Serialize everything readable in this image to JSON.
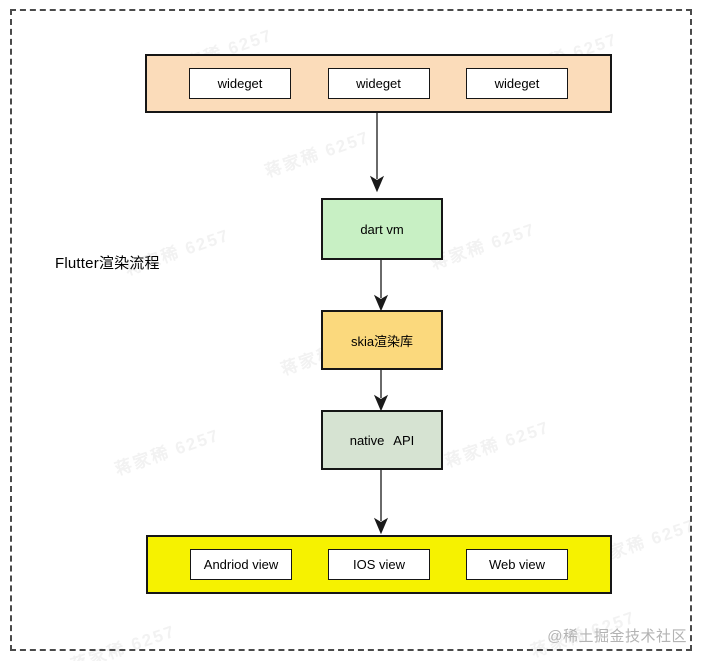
{
  "diagram": {
    "title": "Flutter渲染流程",
    "widget_layer": {
      "background": "#fbdcba",
      "items": [
        "wideget",
        "wideget",
        "wideget"
      ]
    },
    "nodes": {
      "dart_vm": {
        "label": "dart vm",
        "background": "#c8f0c4"
      },
      "skia": {
        "label": "skia渲染库",
        "background": "#fbd97d"
      },
      "native_api": {
        "label": "native API",
        "background": "#d6e3d2"
      }
    },
    "platform_layer": {
      "background": "#f6f200",
      "items": [
        "Andriod view",
        "IOS view",
        "Web view"
      ]
    },
    "arrow_color": "#1a1a1a",
    "border_color": "#161616"
  },
  "watermark": {
    "text": "蒋家稀 6257"
  },
  "footer": {
    "credit": "@稀土掘金技术社区"
  }
}
